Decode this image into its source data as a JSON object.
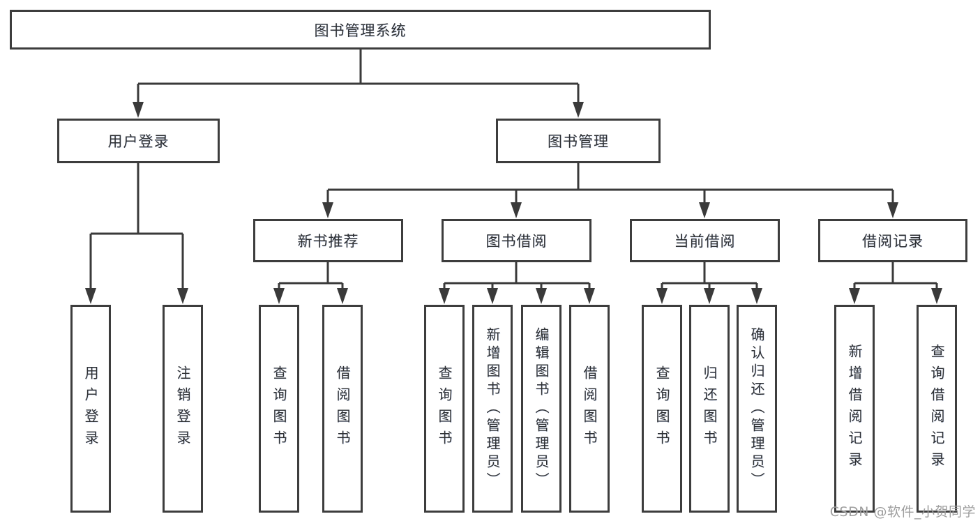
{
  "page": {
    "watermark": "CSDN @软件_小贺同学"
  },
  "colors": {
    "line": "#3a3a3a",
    "box_border": "#3d3d3d",
    "text": "#2e3033",
    "watermark": "#9e9e9e",
    "background": "#ffffff"
  },
  "tree": {
    "root": {
      "label": "图书管理系统"
    },
    "branches": [
      {
        "label": "用户登录",
        "children": [
          {
            "label": "用户登录"
          },
          {
            "label": "注销登录"
          }
        ]
      },
      {
        "label": "图书管理",
        "children": [
          {
            "label": "新书推荐",
            "children": [
              {
                "label": "查询图书"
              },
              {
                "label": "借阅图书"
              }
            ]
          },
          {
            "label": "图书借阅",
            "children": [
              {
                "label": "查询图书"
              },
              {
                "label": "新增图书（管理员）"
              },
              {
                "label": "编辑图书（管理员）"
              },
              {
                "label": "借阅图书"
              }
            ]
          },
          {
            "label": "当前借阅",
            "children": [
              {
                "label": "查询图书"
              },
              {
                "label": "归还图书"
              },
              {
                "label": "确认归还（管理员）"
              }
            ]
          },
          {
            "label": "借阅记录",
            "children": [
              {
                "label": "新增借阅记录"
              },
              {
                "label": "查询借阅记录"
              }
            ]
          }
        ]
      }
    ]
  }
}
